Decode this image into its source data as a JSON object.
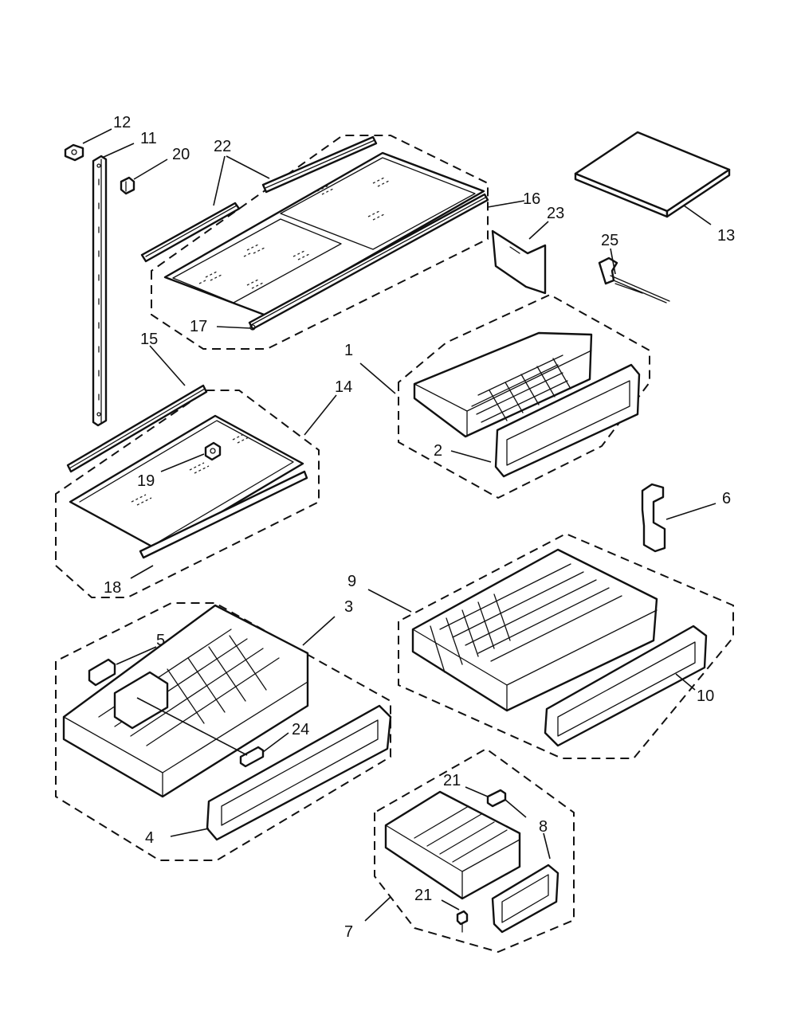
{
  "callouts": [
    {
      "id": "c1",
      "label": "1",
      "part": "crisper-pan-upper-right"
    },
    {
      "id": "c2",
      "label": "2",
      "part": "crisper-cover-upper-right"
    },
    {
      "id": "c3",
      "label": "3",
      "part": "large-pan-lower-left"
    },
    {
      "id": "c4",
      "label": "4",
      "part": "pan-front-lower-left"
    },
    {
      "id": "c5",
      "label": "5",
      "part": "control-knob"
    },
    {
      "id": "c6",
      "label": "6",
      "part": "bracket"
    },
    {
      "id": "c7",
      "label": "7",
      "part": "small-pan-assembly"
    },
    {
      "id": "c8",
      "label": "8",
      "part": "small-pan-front"
    },
    {
      "id": "c9",
      "label": "9",
      "part": "large-pan-right"
    },
    {
      "id": "c10",
      "label": "10",
      "part": "pan-front-right"
    },
    {
      "id": "c11",
      "label": "11",
      "part": "shelf-standard"
    },
    {
      "id": "c12",
      "label": "12",
      "part": "cap"
    },
    {
      "id": "c13",
      "label": "13",
      "part": "glass-shelf"
    },
    {
      "id": "c14",
      "label": "14",
      "part": "lower-shelf-assembly"
    },
    {
      "id": "c15",
      "label": "15",
      "part": "lower-shelf-rail"
    },
    {
      "id": "c16",
      "label": "16",
      "part": "upper-shelf-assembly"
    },
    {
      "id": "c17",
      "label": "17",
      "part": "upper-shelf-trim"
    },
    {
      "id": "c18",
      "label": "18",
      "part": "lower-shelf-trim"
    },
    {
      "id": "c19",
      "label": "19",
      "part": "shelf-stop"
    },
    {
      "id": "c20",
      "label": "20",
      "part": "screw"
    },
    {
      "id": "c21a",
      "label": "21",
      "part": "pan-slide-top"
    },
    {
      "id": "c21b",
      "label": "21",
      "part": "pan-screw-bottom"
    },
    {
      "id": "c22",
      "label": "22",
      "part": "upper-shelf-rails"
    },
    {
      "id": "c23",
      "label": "23",
      "part": "divider"
    },
    {
      "id": "c24",
      "label": "24",
      "part": "control-slide"
    },
    {
      "id": "c25",
      "label": "25",
      "part": "clip"
    }
  ]
}
